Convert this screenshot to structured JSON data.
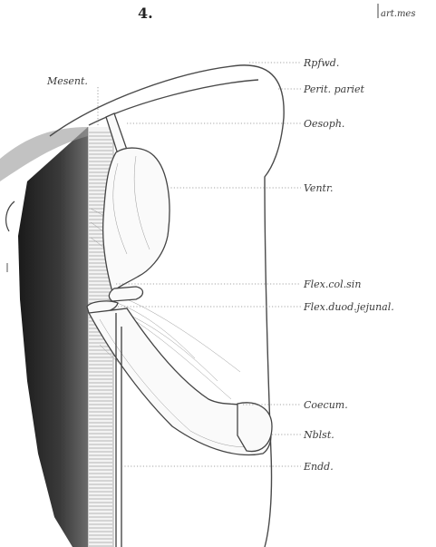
{
  "figure": {
    "number": "4.",
    "corner_label": "art.mes"
  },
  "labels": {
    "mesent": "Mesent.",
    "rpfwd": "Rpfwd.",
    "perit_pariet": "Perit. pariet",
    "oesoph": "Oesoph.",
    "ventr": "Ventr.",
    "flex_col_sin": "Flex.col.sin",
    "flex_duod_jejunal": "Flex.duod.jejunal.",
    "coecum": "Coecum.",
    "nblst": "Nblst.",
    "endd": "Endd."
  }
}
